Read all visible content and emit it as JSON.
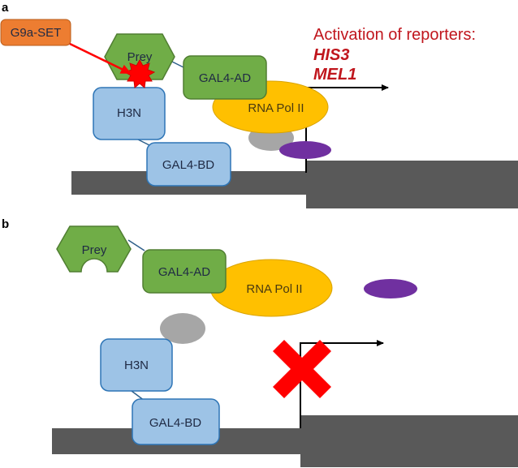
{
  "panels": {
    "a": {
      "letter": "a",
      "enzyme_label": "G9a-SET",
      "prey_label": "Prey",
      "ad_label": "GAL4-AD",
      "h3n_label": "H3N",
      "bd_label": "GAL4-BD",
      "pol_label": "RNA Pol II",
      "activation_title": "Activation of reporters:",
      "genes": [
        "HIS3",
        "MEL1"
      ]
    },
    "b": {
      "letter": "b",
      "prey_label": "Prey",
      "ad_label": "GAL4-AD",
      "h3n_label": "H3N",
      "bd_label": "GAL4-BD",
      "pol_label": "RNA Pol II"
    }
  },
  "colors": {
    "dna": "#595959",
    "prey_fill": "#70ad47",
    "prey_stroke": "#507e32",
    "ad_fill": "#70ad47",
    "blue_fill": "#9dc3e6",
    "blue_stroke": "#2e75b6",
    "enzyme_fill": "#ed7d31",
    "enzyme_stroke": "#b85c1a",
    "pol_fill": "#ffc000",
    "gray_blob": "#a6a6a6",
    "purple_blob": "#7030a0",
    "red": "#ff0000",
    "text_red": "#c0161d"
  }
}
